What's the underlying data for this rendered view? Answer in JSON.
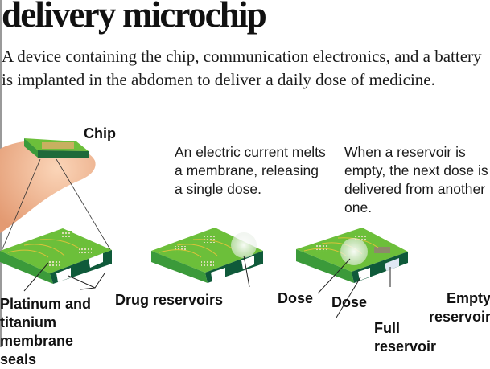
{
  "title": "delivery microchip",
  "intro": "A device containing the chip, communication electronics, and a battery is implanted in the abdomen to deliver a daily dose of medicine.",
  "labels": {
    "chip": "Chip",
    "seals": "Platinum and titanium membrane seals",
    "reservoirs": "Drug reservoirs",
    "dose_step2": "Dose",
    "dose_step3": "Dose",
    "empty_reservoir": "Empty reservoir",
    "full_reservoir": "Full reservoir"
  },
  "captions": {
    "step2": "An electric current melts a membrane, releasing a single dose.",
    "step3": "When a reservoir is empty, the next dose is delivered from another one."
  },
  "colors": {
    "chip_top": "#6cbf3a",
    "chip_side": "#2f7a3a",
    "chip_front": "#0f5a3a",
    "trace": "#d9c23a",
    "finger": "#f1b48f"
  }
}
